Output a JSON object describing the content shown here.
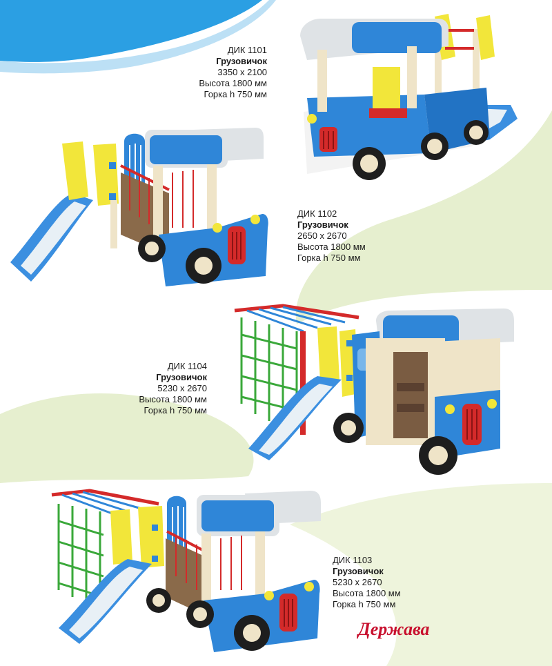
{
  "products": [
    {
      "code": "ДИК 1101",
      "name": "Грузовичок",
      "dims": "3350 х 2100",
      "height": "Высота 1800 мм",
      "slide": "Горка h 750 мм"
    },
    {
      "code": "ДИК 1102",
      "name": "Грузовичок",
      "dims": "2650 х 2670",
      "height": "Высота 1800 мм",
      "slide": "Горка h 750 мм"
    },
    {
      "code": "ДИК 1104",
      "name": "Грузовичок",
      "dims": "5230 х 2670",
      "height": "Высота 1800 мм",
      "slide": "Горка h 750 мм"
    },
    {
      "code": "ДИК 1103",
      "name": "Грузовичок",
      "dims": "5230 х 2670",
      "height": "Высота 1800 мм",
      "slide": "Горка h 750 мм"
    }
  ],
  "brand": "Держава",
  "colors": {
    "cabin_blue": "#2f86d8",
    "wave_blue": "#2b9fe3",
    "accent_red": "#d42a2a",
    "panel_yellow": "#f2e63a",
    "wave_green": "#d9e8b6",
    "frame_beige": "#efe4c8"
  }
}
